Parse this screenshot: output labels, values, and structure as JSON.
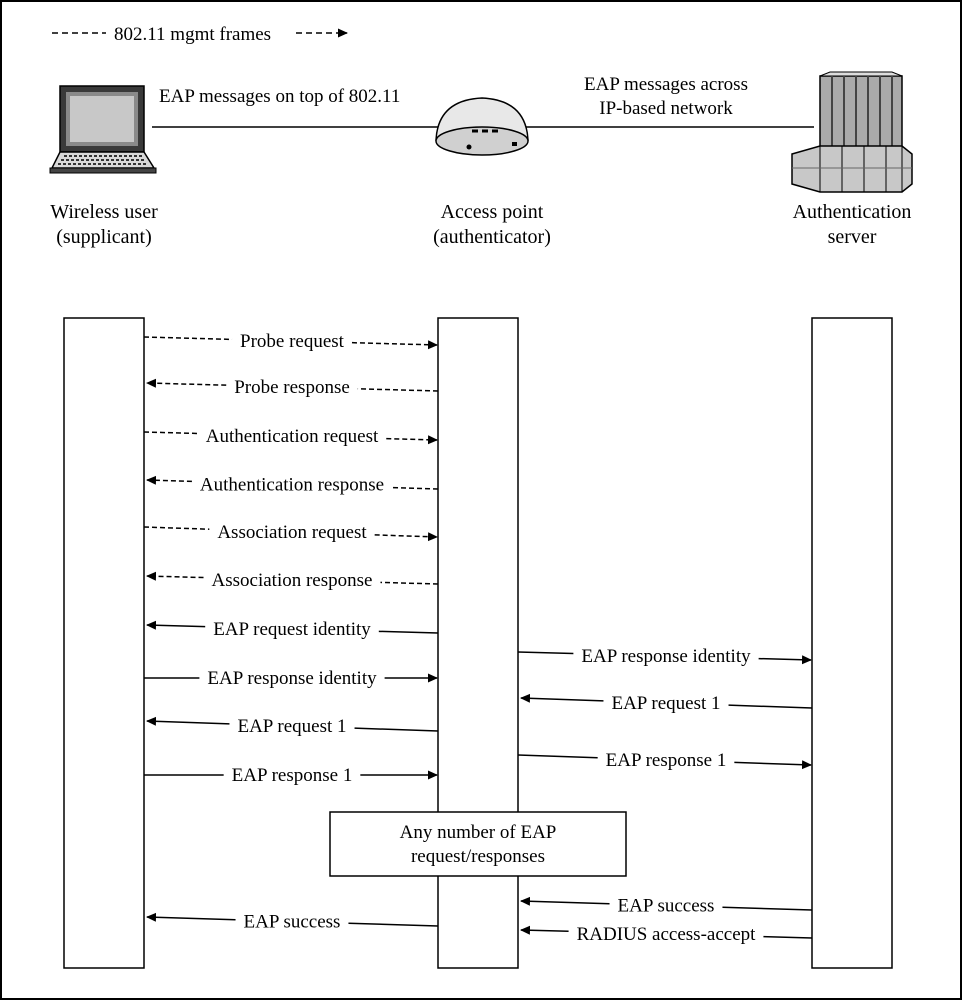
{
  "legend": {
    "label": "802.11 mgmt frames"
  },
  "links": {
    "wireless": "EAP messages on top of 802.11",
    "ip_line1": "EAP messages across",
    "ip_line2": "IP-based network"
  },
  "entities": {
    "user": {
      "line1": "Wireless user",
      "line2": "(supplicant)",
      "icon": "laptop-icon"
    },
    "ap": {
      "line1": "Access point",
      "line2": "(authenticator)",
      "icon": "access-point-icon"
    },
    "server": {
      "line1": "Authentication",
      "line2": "server",
      "icon": "server-icon"
    }
  },
  "messages": [
    {
      "label": "Probe request",
      "from": "user",
      "to": "ap",
      "style": "dashed"
    },
    {
      "label": "Probe response",
      "from": "ap",
      "to": "user",
      "style": "dashed"
    },
    {
      "label": "Authentication request",
      "from": "user",
      "to": "ap",
      "style": "dashed"
    },
    {
      "label": "Authentication response",
      "from": "ap",
      "to": "user",
      "style": "dashed"
    },
    {
      "label": "Association request",
      "from": "user",
      "to": "ap",
      "style": "dashed"
    },
    {
      "label": "Association response",
      "from": "ap",
      "to": "user",
      "style": "dashed"
    },
    {
      "label": "EAP request identity",
      "from": "ap",
      "to": "user",
      "style": "solid"
    },
    {
      "label": "EAP response identity",
      "from": "ap",
      "to": "server",
      "style": "solid"
    },
    {
      "label": "EAP response identity",
      "from": "user",
      "to": "ap",
      "style": "solid"
    },
    {
      "label": "EAP request 1",
      "from": "server",
      "to": "ap",
      "style": "solid"
    },
    {
      "label": "EAP request 1",
      "from": "ap",
      "to": "user",
      "style": "solid"
    },
    {
      "label": "EAP response 1",
      "from": "ap",
      "to": "server",
      "style": "solid"
    },
    {
      "label": "EAP response 1",
      "from": "user",
      "to": "ap",
      "style": "solid"
    },
    {
      "label": "EAP success",
      "from": "server",
      "to": "ap",
      "style": "solid"
    },
    {
      "label": "EAP success",
      "from": "ap",
      "to": "user",
      "style": "solid"
    },
    {
      "label": "RADIUS access-accept",
      "from": "server",
      "to": "ap",
      "style": "solid"
    }
  ],
  "note": {
    "line1": "Any number of EAP",
    "line2": "request/responses"
  }
}
